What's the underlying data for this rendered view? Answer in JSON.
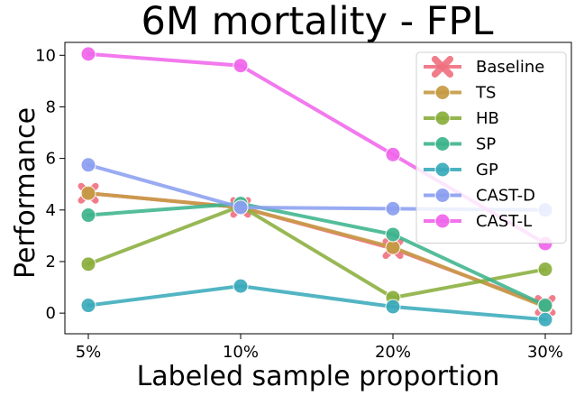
{
  "chart_data": {
    "type": "line",
    "title": "6M mortality - FPL",
    "xlabel": "Labeled sample proportion",
    "ylabel": "Performance",
    "categories": [
      "5%",
      "10%",
      "20%",
      "30%"
    ],
    "ylim": [
      -0.8,
      10.5
    ],
    "yticks": [
      0,
      2,
      4,
      6,
      8,
      10
    ],
    "grid": false,
    "legend": "top-right",
    "series": [
      {
        "name": "Baseline",
        "color": "#f0707f",
        "marker": "x",
        "values": [
          4.65,
          4.1,
          2.5,
          0.3
        ]
      },
      {
        "name": "TS",
        "color": "#c59b44",
        "marker": "circle",
        "values": [
          4.65,
          4.1,
          2.55,
          0.25
        ]
      },
      {
        "name": "HB",
        "color": "#8aae3c",
        "marker": "circle",
        "values": [
          1.9,
          4.15,
          0.6,
          1.7
        ]
      },
      {
        "name": "SP",
        "color": "#3cb48c",
        "marker": "circle",
        "values": [
          3.8,
          4.25,
          3.05,
          0.3
        ]
      },
      {
        "name": "GP",
        "color": "#3aabbb",
        "marker": "circle",
        "values": [
          0.3,
          1.05,
          0.25,
          -0.25
        ]
      },
      {
        "name": "CAST-D",
        "color": "#8b9ff0",
        "marker": "circle",
        "values": [
          5.75,
          4.1,
          4.05,
          4.0
        ]
      },
      {
        "name": "CAST-L",
        "color": "#f066ec",
        "marker": "circle",
        "values": [
          10.05,
          9.6,
          6.15,
          2.7
        ]
      }
    ]
  }
}
